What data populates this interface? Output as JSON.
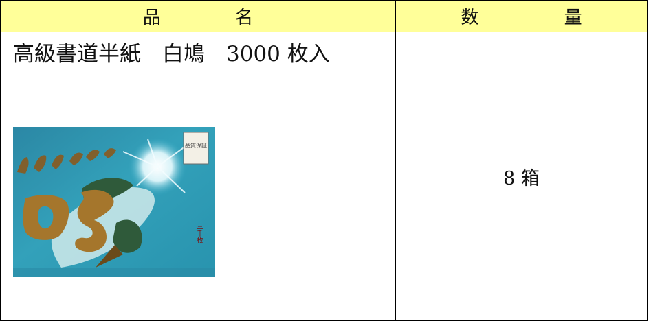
{
  "table": {
    "header_bg": "#ffff99",
    "headers": {
      "name": "品 名",
      "quantity": "数 量"
    },
    "row": {
      "name": "高級書道半紙　白鳩　3000 枚入",
      "quantity": "8 箱"
    }
  },
  "photo": {
    "package_colors": {
      "background": "#33a7c2",
      "title_brown": "#8a5a1e",
      "dove_green": "#2f5a3a",
      "flare": "#eaf8fb"
    },
    "label_text": "品質保証",
    "count_text": "三千枚"
  }
}
